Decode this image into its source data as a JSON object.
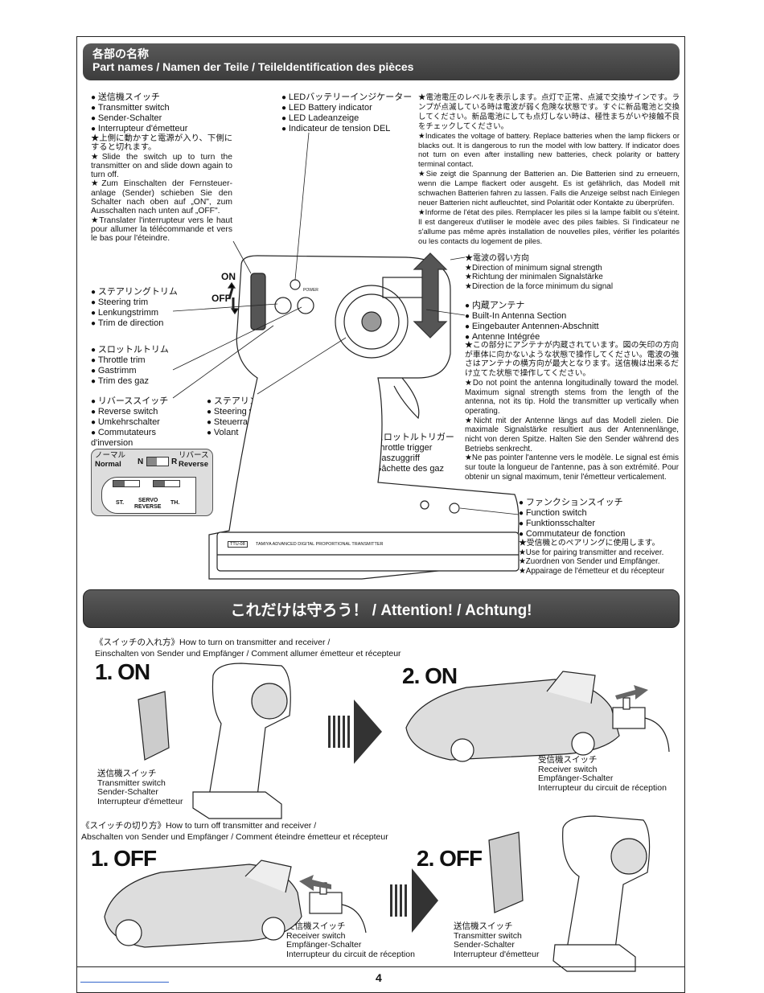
{
  "header": {
    "title_jp": "各部の名称",
    "title": "Part names / Namen der Teile / Teileldentification des pièces"
  },
  "transmitter_switch": {
    "labels": [
      "送信機スイッチ",
      "Transmitter switch",
      "Sender-Schalter",
      "Interrupteur d'émetteur"
    ],
    "notes": [
      "★上側に動かすと電源が入り、下側にすると切れます。",
      "★Slide the switch up to turn the transmitter on and slide down again to turn off.",
      "★Zum Einschalten der Fernsteuer-anlage (Sender) schieben Sie den Schalter nach oben auf „ON\", zum Ausschalten nach unten auf „OFF\".",
      "★Translater l'interrupteur vers le haut pour allumer la télécommande et vers le bas pour l'éteindre."
    ]
  },
  "led": {
    "labels": [
      "LEDバッテリーインジケーター",
      "LED Battery indicator",
      "LED Ladeanzeige",
      "Indicateur de tension DEL"
    ],
    "notes": [
      "★電池電圧のレベルを表示します。点灯で正常、点滅で交換サインです。ランプが点滅している時は電波が弱く危険な状態です。すぐに新品電池と交換してください。新品電池にしても点灯しない時は、極性まちがいや接触不良をチェックしてください。",
      "★Indicates the voltage of battery. Replace batteries when the lamp flickers or blacks out. It is dangerous to run the model with low battery. If indicator does not turn on even after installing new batteries, check polarity or battery terminal contact.",
      "★Sie zeigt die Spannung der Batterien an. Die Batterien sind zu erneuern, wenn die Lampe flackert oder ausgeht. Es ist gefährlich, das Modell mit schwachen Batterien fahren zu lassen. Falls die Anzeige selbst nach Einlegen neuer Batterien nicht aufleuchtet, sind Polarität oder Kontakte zu überprüfen.",
      "★Informe de l'état des piles. Remplacer les piles si la lampe faiblit ou s'éteint. Il est dangereux d'utiliser le modèle avec des piles faibles. Si l'indicateur ne s'allume pas même après installation de nouvelles piles, vérifier les polarités ou les contacts du logement de piles."
    ]
  },
  "direction": [
    "★電波の弱い方向",
    "★Direction of minimum signal strength",
    "★Richtung der minimalen Signalstärke",
    "★Direction de la force minimum du signal"
  ],
  "antenna": {
    "labels": [
      "内蔵アンテナ",
      "Built-In Antenna Section",
      "Eingebauter Antennen-Abschnitt",
      "Antenne Intégrée"
    ],
    "notes": [
      "★この部分にアンテナが内蔵されています。図の矢印の方向が車体に向かないような状態で操作してください。電波の強さはアンテナの横方向が最大となります。送信機は出来るだけ立てた状態で操作してください。",
      "★Do not point the antenna longitudinally toward the model. Maximum signal strength stems from the length of the antenna, not its tip. Hold the transmitter up vertically when operating.",
      "★Nicht mit der Antenne längs auf das Modell zielen. Die maximale Signalstärke resultiert aus der Antennenlänge, nicht von deren Spitze. Halten Sie den Sender während des Betriebs senkrecht.",
      "★Ne pas pointer l'antenne vers le modèle. Le signal est émis sur toute la longueur de l'antenne, pas à son extrémité. Pour obtenir un signal maximum, tenir l'émetteur verticalement."
    ]
  },
  "on_label": "ON",
  "off_label": "OFF",
  "steering_trim": [
    "ステアリングトリム",
    "Steering trim",
    "Lenkungstrimm",
    "Trim de direction"
  ],
  "throttle_trim": [
    "スロットルトリム",
    "Throttle trim",
    "Gastrimm",
    "Trim des gaz"
  ],
  "reverse_switch": [
    "リバーススイッチ",
    "Reverse switch",
    "Umkehrschalter",
    "Commutateurs d'inversion"
  ],
  "reverse_box": {
    "normal_jp": "ノーマル",
    "normal": "Normal",
    "reverse_jp": "リバース",
    "reverse": "Reverse",
    "n": "N",
    "r": "R",
    "st": "ST.",
    "servo": "SERVO",
    "reverse_caption": "REVERSE",
    "th": "TH."
  },
  "steering_wheel": [
    "ステアリングホイール",
    "Steering wheel",
    "Steuerrad",
    "Volant"
  ],
  "throttle_trigger": [
    "スロットルトリガー",
    "Throttle trigger",
    "Gaszuggriff",
    "Gâchette des gaz"
  ],
  "function_switch": {
    "labels": [
      "ファンクションスイッチ",
      "Function switch",
      "Funktionsschalter",
      "Commutateur de fonction"
    ],
    "notes": [
      "★受信機とのペアリングに使用します。",
      "★Use for pairing transmitter and receiver.",
      "★Zuordnen von Sender und Empfänger.",
      "★Appairage de l'émetteur et du récepteur"
    ]
  },
  "base_text": {
    "model": "TTU-08",
    "caption": "TAMIYA ADVANCED DIGITAL PROPORTIONAL TRANSMITTER",
    "power": "POWER"
  },
  "attention": {
    "title": "これだけは守ろう！ / Attention! / Achtung!"
  },
  "turn_on": {
    "line1": "《スイッチの入れ方》How to turn on transmitter and receiver /",
    "line2": "Einschalten von Sender und Empfänger / Comment allumer émetteur et récepteur",
    "step1": "1. ON",
    "step2": "2. ON"
  },
  "turn_off": {
    "line1": "《スイッチの切り方》How to turn off transmitter and receiver /",
    "line2": "Abschalten von Sender und Empfänger /  Comment éteindre émetteur et récepteur",
    "step1": "1. OFF",
    "step2": "2. OFF"
  },
  "tx_switch_label": [
    "送信機スイッチ",
    "Transmitter switch",
    "Sender-Schalter",
    "Interrupteur d'émetteur"
  ],
  "rx_switch_label": [
    "受信機スイッチ",
    "Receiver switch",
    "Empfänger-Schalter",
    "Interrupteur du circuit de réception"
  ],
  "page_number": "4"
}
